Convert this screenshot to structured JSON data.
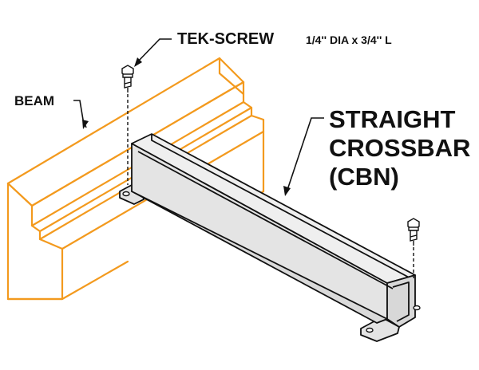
{
  "labels": {
    "beam": "BEAM",
    "tek_screw": "TEK-SCREW",
    "screw_spec": "1/4'' DIA x 3/4'' L",
    "crossbar_line1": "STRAIGHT",
    "crossbar_line2": "CROSSBAR",
    "crossbar_line3": "(CBN)"
  },
  "colors": {
    "beam_outline": "#F39A1E",
    "crossbar_fill": "#E4E4E4",
    "outline": "#111111",
    "text": "#111111"
  }
}
